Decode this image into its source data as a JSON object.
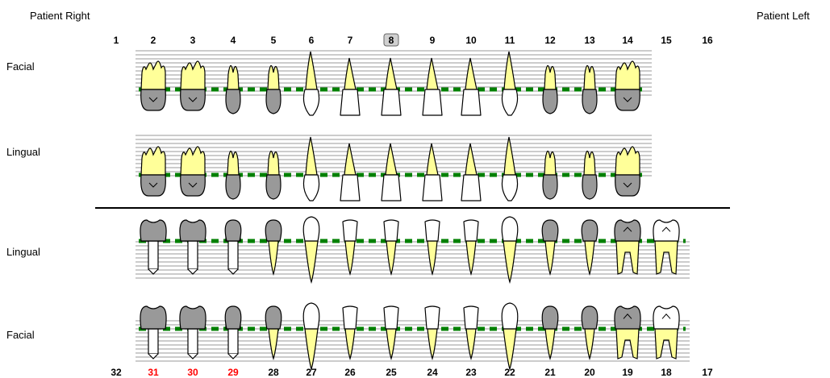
{
  "labels": {
    "patient_right": "Patient Right",
    "patient_left": "Patient Left",
    "upper_facial": "Facial",
    "upper_lingual": "Lingual",
    "lower_lingual": "Lingual",
    "lower_facial": "Facial"
  },
  "colors": {
    "root_fill": "#ffff99",
    "restoration_fill": "#999999",
    "perio_marker": "#008000",
    "missing_number": "#ff0000",
    "grid_line": "#999999",
    "outline": "#000000"
  },
  "upper_teeth": [
    {
      "number": "1",
      "state": "missing",
      "type": "molar"
    },
    {
      "number": "2",
      "state": "crown",
      "type": "molar"
    },
    {
      "number": "3",
      "state": "crown",
      "type": "molar"
    },
    {
      "number": "4",
      "state": "crown",
      "type": "premolar"
    },
    {
      "number": "5",
      "state": "crown",
      "type": "premolar"
    },
    {
      "number": "6",
      "state": "normal",
      "type": "canine"
    },
    {
      "number": "7",
      "state": "normal",
      "type": "incisor"
    },
    {
      "number": "8",
      "state": "normal",
      "type": "incisor",
      "selected": true
    },
    {
      "number": "9",
      "state": "normal",
      "type": "incisor"
    },
    {
      "number": "10",
      "state": "normal",
      "type": "incisor"
    },
    {
      "number": "11",
      "state": "normal",
      "type": "canine"
    },
    {
      "number": "12",
      "state": "crown",
      "type": "premolar"
    },
    {
      "number": "13",
      "state": "crown",
      "type": "premolar"
    },
    {
      "number": "14",
      "state": "crown",
      "type": "molar"
    },
    {
      "number": "15",
      "state": "missing",
      "type": "molar"
    },
    {
      "number": "16",
      "state": "missing",
      "type": "molar"
    }
  ],
  "lower_teeth": [
    {
      "number": "32",
      "state": "missing",
      "type": "molar",
      "color": "black"
    },
    {
      "number": "31",
      "state": "implant",
      "type": "molar",
      "color": "red"
    },
    {
      "number": "30",
      "state": "implant",
      "type": "molar",
      "color": "red"
    },
    {
      "number": "29",
      "state": "implant",
      "type": "premolar",
      "color": "red"
    },
    {
      "number": "28",
      "state": "crown",
      "type": "premolar",
      "color": "black"
    },
    {
      "number": "27",
      "state": "normal",
      "type": "canine",
      "color": "black"
    },
    {
      "number": "26",
      "state": "normal",
      "type": "incisor",
      "color": "black"
    },
    {
      "number": "25",
      "state": "normal",
      "type": "incisor",
      "color": "black"
    },
    {
      "number": "24",
      "state": "normal",
      "type": "incisor",
      "color": "black"
    },
    {
      "number": "23",
      "state": "normal",
      "type": "incisor",
      "color": "black"
    },
    {
      "number": "22",
      "state": "normal",
      "type": "canine",
      "color": "black"
    },
    {
      "number": "21",
      "state": "crown",
      "type": "premolar",
      "color": "black"
    },
    {
      "number": "20",
      "state": "crown",
      "type": "premolar",
      "color": "black"
    },
    {
      "number": "19",
      "state": "crown",
      "type": "molar",
      "color": "black"
    },
    {
      "number": "18",
      "state": "normal",
      "type": "molar",
      "color": "black"
    },
    {
      "number": "17",
      "state": "missing",
      "type": "molar",
      "color": "black"
    }
  ]
}
